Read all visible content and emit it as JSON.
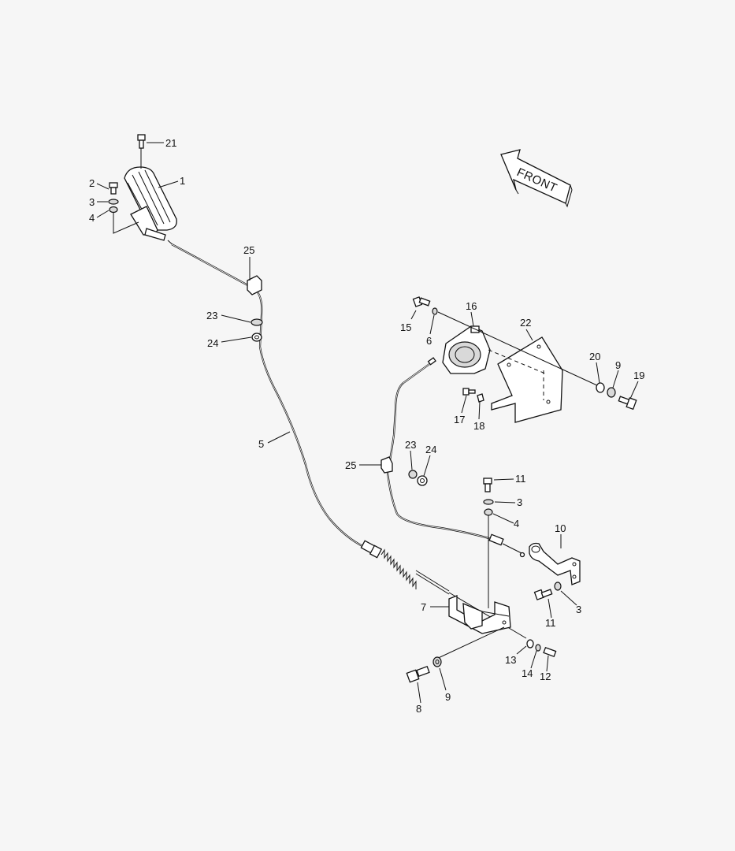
{
  "direction_arrow": {
    "text": "FRONT"
  },
  "callouts": [
    {
      "id": "c21a",
      "text": "21"
    },
    {
      "id": "c1",
      "text": "1"
    },
    {
      "id": "c2",
      "text": "2"
    },
    {
      "id": "c3a",
      "text": "3"
    },
    {
      "id": "c4a",
      "text": "4"
    },
    {
      "id": "c25a",
      "text": "25"
    },
    {
      "id": "c23a",
      "text": "23"
    },
    {
      "id": "c24a",
      "text": "24"
    },
    {
      "id": "c5",
      "text": "5"
    },
    {
      "id": "c16",
      "text": "16"
    },
    {
      "id": "c15",
      "text": "15"
    },
    {
      "id": "c6",
      "text": "6"
    },
    {
      "id": "c22",
      "text": "22"
    },
    {
      "id": "c20",
      "text": "20"
    },
    {
      "id": "c9a",
      "text": "9"
    },
    {
      "id": "c19",
      "text": "19"
    },
    {
      "id": "c17",
      "text": "17"
    },
    {
      "id": "c18",
      "text": "18"
    },
    {
      "id": "c25b",
      "text": "25"
    },
    {
      "id": "c23b",
      "text": "23"
    },
    {
      "id": "c24b",
      "text": "24"
    },
    {
      "id": "c11a",
      "text": "11"
    },
    {
      "id": "c3b",
      "text": "3"
    },
    {
      "id": "c4b",
      "text": "4"
    },
    {
      "id": "c10",
      "text": "10"
    },
    {
      "id": "c11b",
      "text": "11"
    },
    {
      "id": "c3c",
      "text": "3"
    },
    {
      "id": "c7",
      "text": "7"
    },
    {
      "id": "c13",
      "text": "13"
    },
    {
      "id": "c14",
      "text": "14"
    },
    {
      "id": "c12",
      "text": "12"
    },
    {
      "id": "c8",
      "text": "8"
    },
    {
      "id": "c9b",
      "text": "9"
    }
  ]
}
